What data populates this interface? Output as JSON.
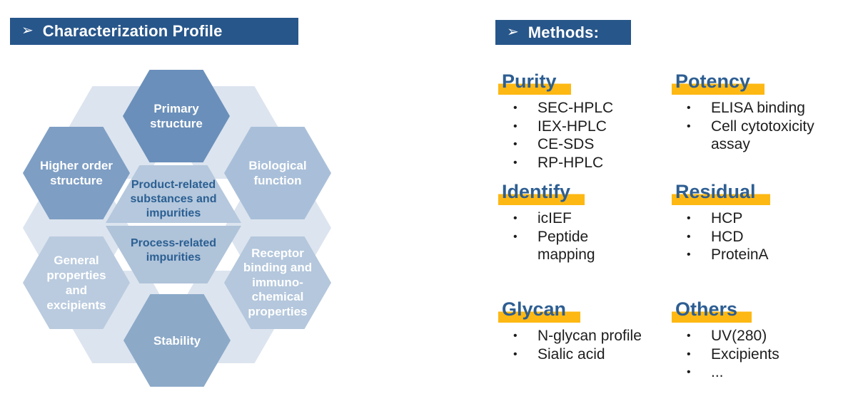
{
  "colors": {
    "banner_blue": "#27568A",
    "heading_blue": "#2D5E92",
    "highlight_yellow": "#FDB813",
    "body_text": "#1D1D1D",
    "hex_primary": "#6A8FBA",
    "hex_higher_order": "#7E9EC4",
    "hex_biological": "#A9BFD9",
    "hex_general": "#BACBDF",
    "hex_receptor": "#B4C7DC",
    "hex_stability": "#8CA9C8",
    "hex_center_top": "#B5C8DD",
    "hex_center_bottom": "#AFC3D9",
    "hex_background_pale": "#DCE4EF",
    "center_text_blue": "#2B5F92"
  },
  "left_panel": {
    "arrow_icon": "➢",
    "title": "Characterization Profile",
    "hexagons": [
      {
        "id": "primary-structure",
        "label": "Primary\nstructure"
      },
      {
        "id": "higher-order-structure",
        "label": "Higher order\nstructure"
      },
      {
        "id": "biological-function",
        "label": "Biological\nfunction"
      },
      {
        "id": "product-related-substances-and-impurities",
        "label": "Product-related\nsubstances and\nimpurities"
      },
      {
        "id": "process-related-impurities",
        "label": "Process-related\nimpurities"
      },
      {
        "id": "general-properties-and-excipients",
        "label": "General\nproperties\nand\nexcipients"
      },
      {
        "id": "receptor-binding-and-immunochemical-properties",
        "label": "Receptor\nbinding and\nimmuno-\nchemical\nproperties"
      },
      {
        "id": "stability",
        "label": "Stability"
      }
    ]
  },
  "right_panel": {
    "arrow_icon": "➢",
    "title": "Methods:",
    "sections": [
      {
        "heading": "Purity",
        "items": [
          "SEC-HPLC",
          "IEX-HPLC",
          "CE-SDS",
          "RP-HPLC"
        ]
      },
      {
        "heading": "Potency",
        "items": [
          "ELISA binding",
          "Cell cytotoxicity\nassay"
        ]
      },
      {
        "heading": "Identify",
        "items": [
          "icIEF",
          "Peptide\nmapping"
        ]
      },
      {
        "heading": "Residual",
        "items": [
          "HCP",
          "HCD",
          "ProteinA"
        ]
      },
      {
        "heading": "Glycan",
        "items": [
          "N-glycan profile",
          "Sialic acid"
        ]
      },
      {
        "heading": "Others",
        "items": [
          "UV(280)",
          "Excipients",
          "..."
        ]
      }
    ]
  }
}
